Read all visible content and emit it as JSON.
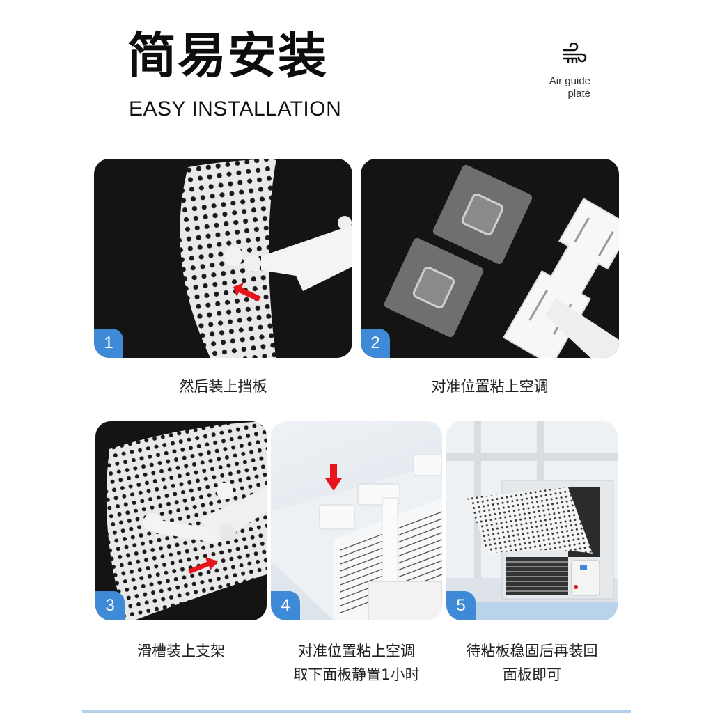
{
  "header": {
    "title_cn": "简易安装",
    "title_en": "EASY INSTALLATION"
  },
  "feature_badge": {
    "icon": "wind-icon",
    "label_line1": "Air guide",
    "label_line2": "plate"
  },
  "steps": [
    {
      "number": "1",
      "caption_lines": [
        "然后装上挡板"
      ],
      "image": "perforated-plate-attach-arrow"
    },
    {
      "number": "2",
      "caption_lines": [
        "对准位置粘上空调"
      ],
      "image": "adhesive-pads-and-bracket"
    },
    {
      "number": "3",
      "caption_lines": [
        "滑槽装上支架"
      ],
      "image": "bracket-slide-into-rail"
    },
    {
      "number": "4",
      "caption_lines": [
        "对准位置粘上空调",
        "取下面板静置1小时"
      ],
      "image": "pads-on-ac-top-arrow"
    },
    {
      "number": "5",
      "caption_lines": [
        "待粘板稳固后再装回",
        "面板即可"
      ],
      "image": "window-ac-with-guide-plate"
    }
  ],
  "colors": {
    "badge": "#3e8ad6",
    "arrow": "#e8141b",
    "dark_bg": "#141414",
    "strip": "#b3d0ec"
  }
}
